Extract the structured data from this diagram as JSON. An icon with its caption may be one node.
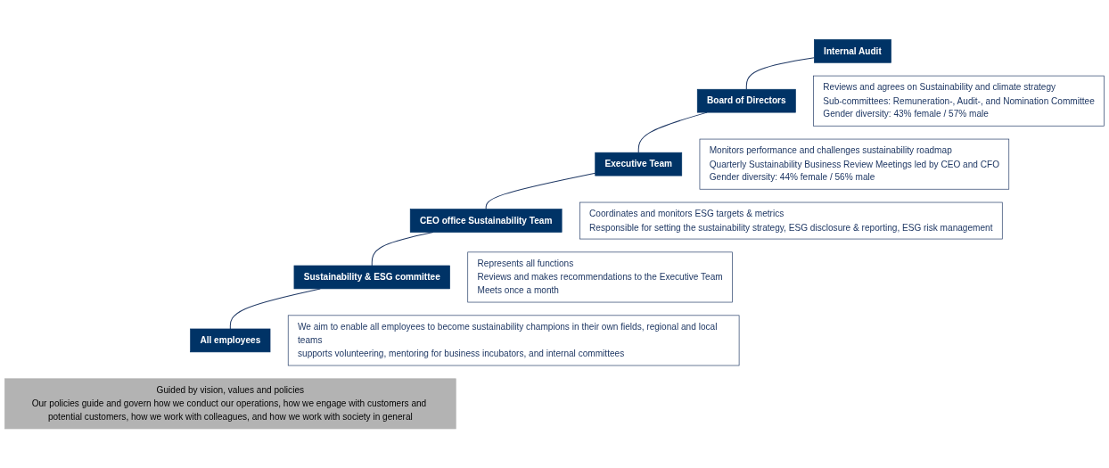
{
  "diagram": {
    "nodes": [
      {
        "text": [
          "Internal Audit"
        ]
      },
      {
        "text": [
          "Board of Directors"
        ]
      },
      {
        "text": [
          "Reviews and agrees on Sustainability and climate strategy",
          "Sub-committees: Remuneration-, Audit-, and Nomination Committee",
          "Gender diversity: 43% female / 57% male"
        ]
      },
      {
        "text": [
          "Executive Team"
        ]
      },
      {
        "text": [
          "Monitors performance and challenges sustainability roadmap",
          "Quarterly Sustainability Business Review Meetings led by CEO and CFO",
          "Gender diversity: 44% female / 56% male"
        ]
      },
      {
        "text": [
          "CEO office Sustainability Team"
        ]
      },
      {
        "text": [
          "Coordinates and monitors ESG targets & metrics",
          "Responsible for setting the sustainability strategy, ESG disclosure & reporting, ESG risk management"
        ]
      },
      {
        "text": [
          "Sustainability & ESG committee"
        ]
      },
      {
        "text": [
          "Represents all functions",
          "Reviews and makes recommendations to the Executive Team",
          "Meets once a month"
        ]
      },
      {
        "text": [
          "All employees"
        ]
      },
      {
        "text": [
          "We aim to enable all employees to become sustainability champions in their own fields, regional and local teams",
          "supports volunteering, mentoring for business incubators, and internal committees"
        ]
      },
      {
        "text": [
          "Guided by vision, values and policies",
          "Our policies guide and govern how we conduct our operations, how we engage with customers and potential customers, how we work with colleagues, and how we work with society in general"
        ]
      }
    ],
    "edges": [
      {
        "from": 0,
        "to": 1,
        "arrow": "none"
      },
      {
        "from": 1,
        "to": 3,
        "arrow": "none"
      },
      {
        "from": 3,
        "to": 5,
        "arrow": "none"
      },
      {
        "from": 5,
        "to": 7,
        "arrow": "none"
      },
      {
        "from": 7,
        "to": 9,
        "arrow": "none"
      }
    ]
  }
}
